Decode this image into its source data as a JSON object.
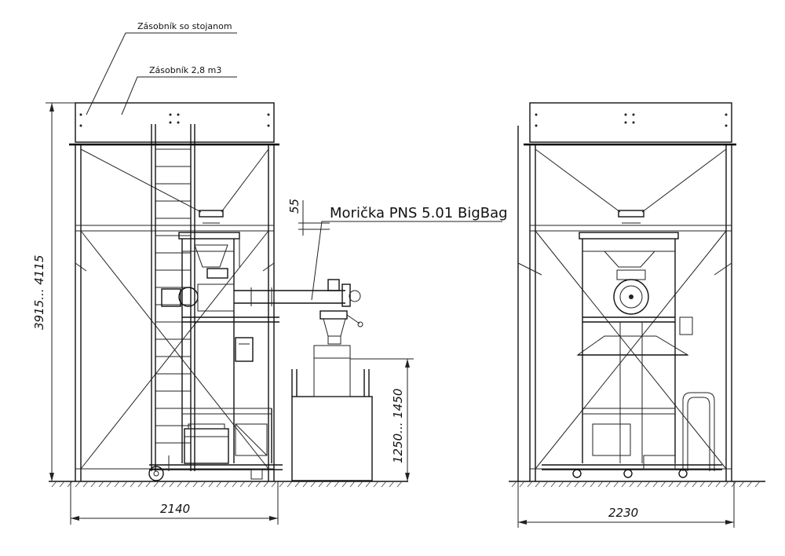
{
  "labels": {
    "hopper_with_stand": "Zásobník so stojanom",
    "hopper_volume": "Zásobník 2,8 m3",
    "machine": "Morička PNS 5.01 BigBag"
  },
  "dimensions": {
    "total_height": "3915... 4115",
    "offset": "55",
    "platform_height": "1250... 1450",
    "front_width": "2140",
    "side_width": "2230"
  },
  "colors": {
    "line": "#111111",
    "background": "#ffffff"
  }
}
